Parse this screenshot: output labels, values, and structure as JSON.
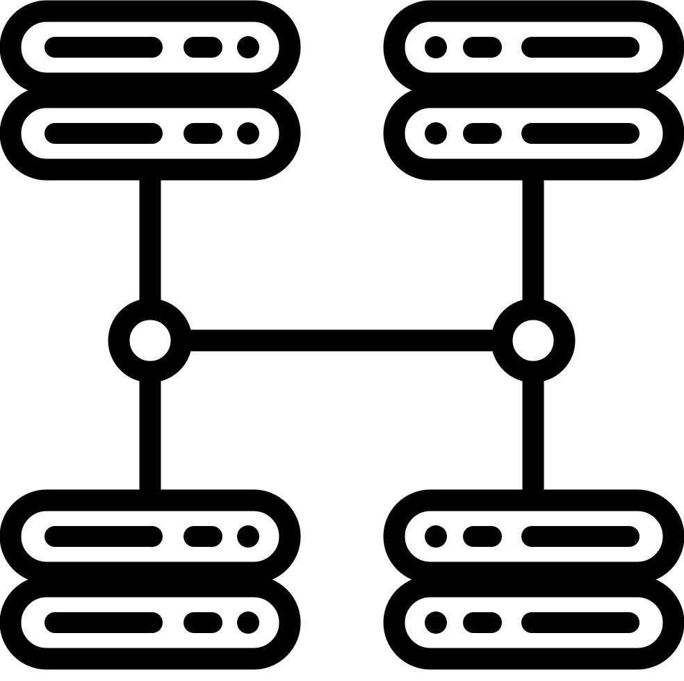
{
  "icon": {
    "name": "server-network-icon",
    "stroke_color": "#000000",
    "fill_color": "#ffffff",
    "background_color": "#ffffff"
  },
  "server_stacks": [
    {
      "name": "server-stack-top-left",
      "units": 2,
      "layout": "line-left"
    },
    {
      "name": "server-stack-top-right",
      "units": 2,
      "layout": "line-right"
    },
    {
      "name": "server-stack-bottom-left",
      "units": 2,
      "layout": "line-left"
    },
    {
      "name": "server-stack-bottom-right",
      "units": 2,
      "layout": "line-right"
    }
  ],
  "hub_nodes": [
    {
      "name": "network-hub-left"
    },
    {
      "name": "network-hub-right"
    }
  ]
}
